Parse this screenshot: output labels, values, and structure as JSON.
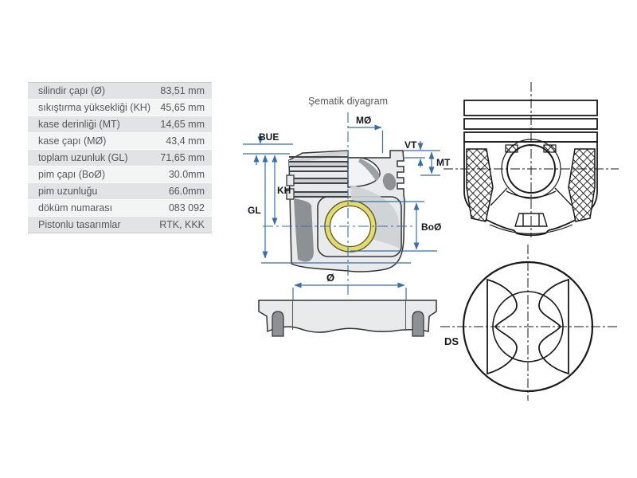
{
  "title": "Şematik diyagram",
  "table": {
    "rows": [
      {
        "label": "silindir çapı (Ø)",
        "value": "83,51 mm"
      },
      {
        "label": "sıkıştırma yüksekliği (KH)",
        "value": "45,65 mm"
      },
      {
        "label": "kase derinliği (MT)",
        "value": "14,65 mm"
      },
      {
        "label": "kase çapı (MØ)",
        "value": "43,4 mm"
      },
      {
        "label": "toplam uzunluk (GL)",
        "value": "71,65 mm"
      },
      {
        "label": "pim çapı (BoØ)",
        "value": "30.0mm"
      },
      {
        "label": "pim uzunluğu",
        "value": "66.0mm"
      },
      {
        "label": "döküm numarası",
        "value": "083 092"
      },
      {
        "label": "Pistonlu tasarımlar",
        "value": "RTK, KKK"
      }
    ]
  },
  "schematic": {
    "labels": {
      "bue": "BUE",
      "mo": "MØ",
      "vt": "VT",
      "mt": "MT",
      "kh": "KH",
      "gl": "GL",
      "bo": "BoØ",
      "dia": "Ø",
      "ds": "DS"
    }
  },
  "colors": {
    "dimension_blue": "#3a6ea5",
    "drawing_ink": "#1a1a1a",
    "bushing_yellow": "#e4db6f",
    "row_odd_bg": "#e2e3e4",
    "row_even_bg": "#f3f4f4",
    "table_text": "#55575b"
  }
}
